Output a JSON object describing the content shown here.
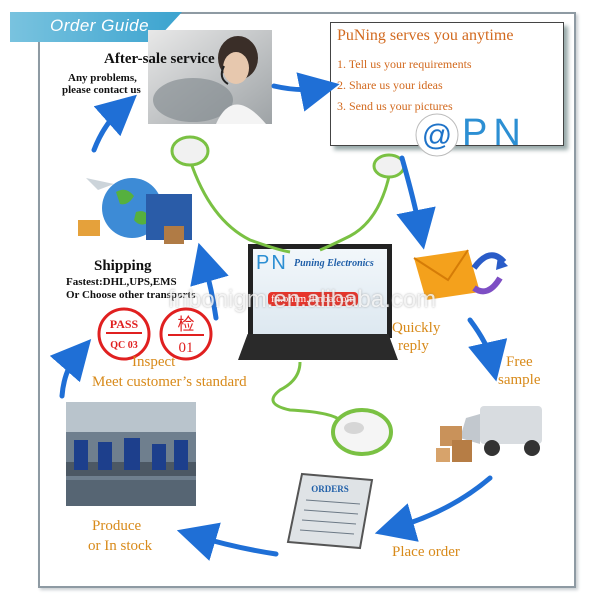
{
  "header": {
    "title": "Order Guide"
  },
  "info_box": {
    "title": "PuNing serves you anytime",
    "items": [
      "1. Tell us your requirements",
      "2. Share us your ideas",
      "3. Send us your pictures"
    ]
  },
  "logo": {
    "text": "PN",
    "laptop_brand": "PN",
    "laptop_brand_sub": "Puning Electronics",
    "laptop_stamp": "fn.onfm.dinba.com"
  },
  "steps": {
    "after_sale": {
      "title": "After-sale service",
      "line1": "Any problems,",
      "line2": "please contact us"
    },
    "shipping": {
      "title": "Shipping",
      "line1": "Fastest:DHL,UPS,EMS",
      "line2": "Or Choose other transports"
    },
    "inspect": {
      "badge1_top": "PASS",
      "badge1_bottom": "QC 03",
      "badge2_top": "检",
      "badge2_bottom": "01",
      "line1": "Inspect",
      "line2": "Meet customer’s standard"
    },
    "produce": {
      "line1": "Produce",
      "line2": "or In stock"
    },
    "place_order": {
      "label": "Place order",
      "clipboard": "ORDERS"
    },
    "free_sample": {
      "line1": "Free",
      "line2": "sample"
    },
    "quickly_reply": {
      "line1": "Quickly",
      "line2": "reply"
    }
  },
  "watermark": "fnbonigm.en.alibaba.com",
  "colors": {
    "arrow": "#1f6fd6",
    "text_orange": "#d88a1a",
    "banner": "#3ba3cf",
    "cable": "#7ac143"
  }
}
